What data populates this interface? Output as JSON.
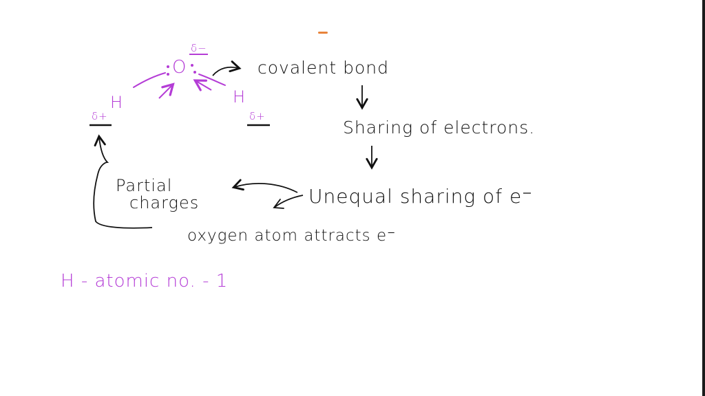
{
  "colors": {
    "ink": "#111111",
    "magenta": "#b43cd6",
    "accent_orange": "#e8833a",
    "edge": "#1b1b1b",
    "background": "#ffffff"
  },
  "molecule": {
    "oxygen": "O",
    "oxygen_charge": "δ−",
    "hydrogen_left": "H",
    "hydrogen_right": "H",
    "charge_left": "δ+",
    "charge_right": "δ+"
  },
  "notes": {
    "covalent_bond": "covalent bond",
    "sharing": "Sharing of electrons.",
    "unequal": "Unequal sharing of e⁻",
    "partial_line1": "Partial",
    "partial_line2": "charges",
    "oxygen_attracts": "oxygen atom attracts e⁻",
    "atomic_no": "H  -  atomic  no. - 1"
  }
}
